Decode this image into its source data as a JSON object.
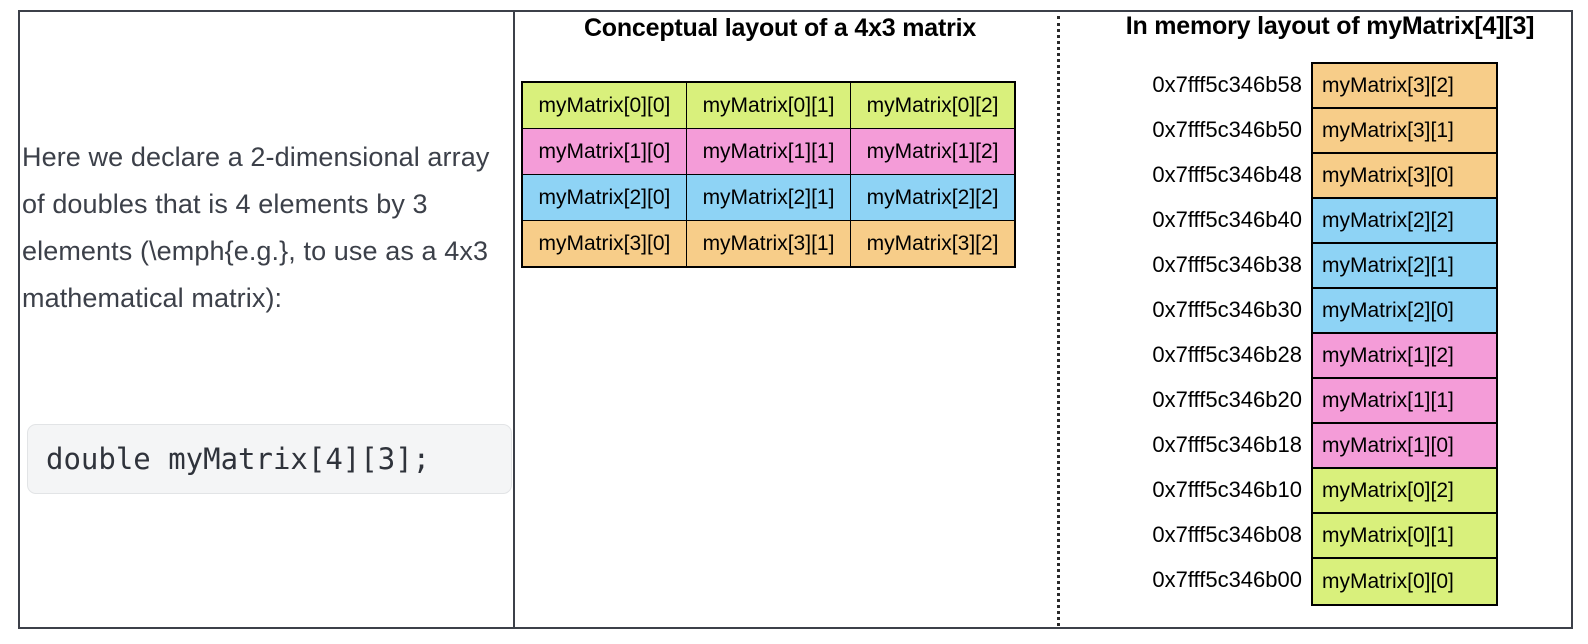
{
  "narrative": {
    "paragraph": "Here we declare a 2-dimensional array of doubles that is 4 elements by 3 elements (\\emph{e.g.}, to use as a 4x3 mathematical matrix):",
    "code": "double myMatrix[4][3];"
  },
  "conceptual": {
    "heading": "Conceptual layout of a 4x3 matrix",
    "rows": [
      {
        "color": "#d9f07c",
        "cells": [
          "myMatrix[0][0]",
          "myMatrix[0][1]",
          "myMatrix[0][2]"
        ]
      },
      {
        "color": "#f49cd8",
        "cells": [
          "myMatrix[1][0]",
          "myMatrix[1][1]",
          "myMatrix[1][2]"
        ]
      },
      {
        "color": "#8ed3f5",
        "cells": [
          "myMatrix[2][0]",
          "myMatrix[2][1]",
          "myMatrix[2][2]"
        ]
      },
      {
        "color": "#f7cd89",
        "cells": [
          "myMatrix[3][0]",
          "myMatrix[3][1]",
          "myMatrix[3][2]"
        ]
      }
    ]
  },
  "memory": {
    "heading": "In memory layout of myMatrix[4][3]",
    "cells": [
      {
        "address": "0x7fff5c346b58",
        "label": "myMatrix[3][2]",
        "color": "#f7cd89"
      },
      {
        "address": "0x7fff5c346b50",
        "label": "myMatrix[3][1]",
        "color": "#f7cd89"
      },
      {
        "address": "0x7fff5c346b48",
        "label": "myMatrix[3][0]",
        "color": "#f7cd89"
      },
      {
        "address": "0x7fff5c346b40",
        "label": "myMatrix[2][2]",
        "color": "#8ed3f5"
      },
      {
        "address": "0x7fff5c346b38",
        "label": "myMatrix[2][1]",
        "color": "#8ed3f5"
      },
      {
        "address": "0x7fff5c346b30",
        "label": "myMatrix[2][0]",
        "color": "#8ed3f5"
      },
      {
        "address": "0x7fff5c346b28",
        "label": "myMatrix[1][2]",
        "color": "#f49cd8"
      },
      {
        "address": "0x7fff5c346b20",
        "label": "myMatrix[1][1]",
        "color": "#f49cd8"
      },
      {
        "address": "0x7fff5c346b18",
        "label": "myMatrix[1][0]",
        "color": "#f49cd8"
      },
      {
        "address": "0x7fff5c346b10",
        "label": "myMatrix[0][2]",
        "color": "#d9f07c"
      },
      {
        "address": "0x7fff5c346b08",
        "label": "myMatrix[0][1]",
        "color": "#d9f07c"
      },
      {
        "address": "0x7fff5c346b00",
        "label": "myMatrix[0][0]",
        "color": "#d9f07c"
      }
    ]
  },
  "colors": {
    "row0": "#d9f07c",
    "row1": "#f49cd8",
    "row2": "#8ed3f5",
    "row3": "#f7cd89",
    "frame": "#3c4049",
    "text": "#3c4049",
    "code_bg": "#f4f5f6"
  }
}
